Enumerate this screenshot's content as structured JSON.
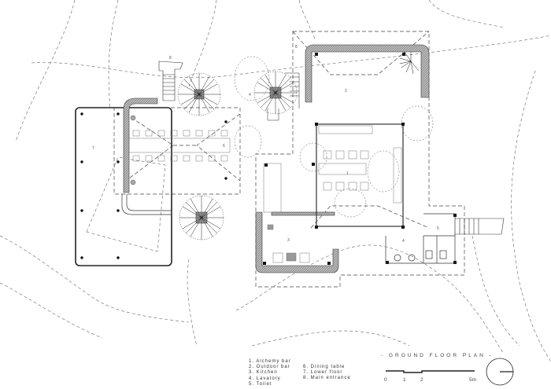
{
  "drawing": {
    "title": "- GROUND FLOOR PLAN -",
    "legend_col1": [
      "1. Alchemy bar",
      "2. Outdoor bar",
      "3. Kitchen",
      "4. Lavatory",
      "5. Toilet"
    ],
    "legend_col2": [
      "6. Dining table",
      "7. Lower floor",
      "8. Main entrance"
    ],
    "scale_labels": [
      "0",
      "1",
      "2",
      "5m"
    ],
    "room_tags": {
      "r1": "1",
      "r2": "2",
      "r3": "3",
      "r4a": "4",
      "r4b": "4",
      "r5": "5",
      "r6": "6",
      "r7": "7",
      "r8a": "8",
      "r8b": "8"
    }
  }
}
